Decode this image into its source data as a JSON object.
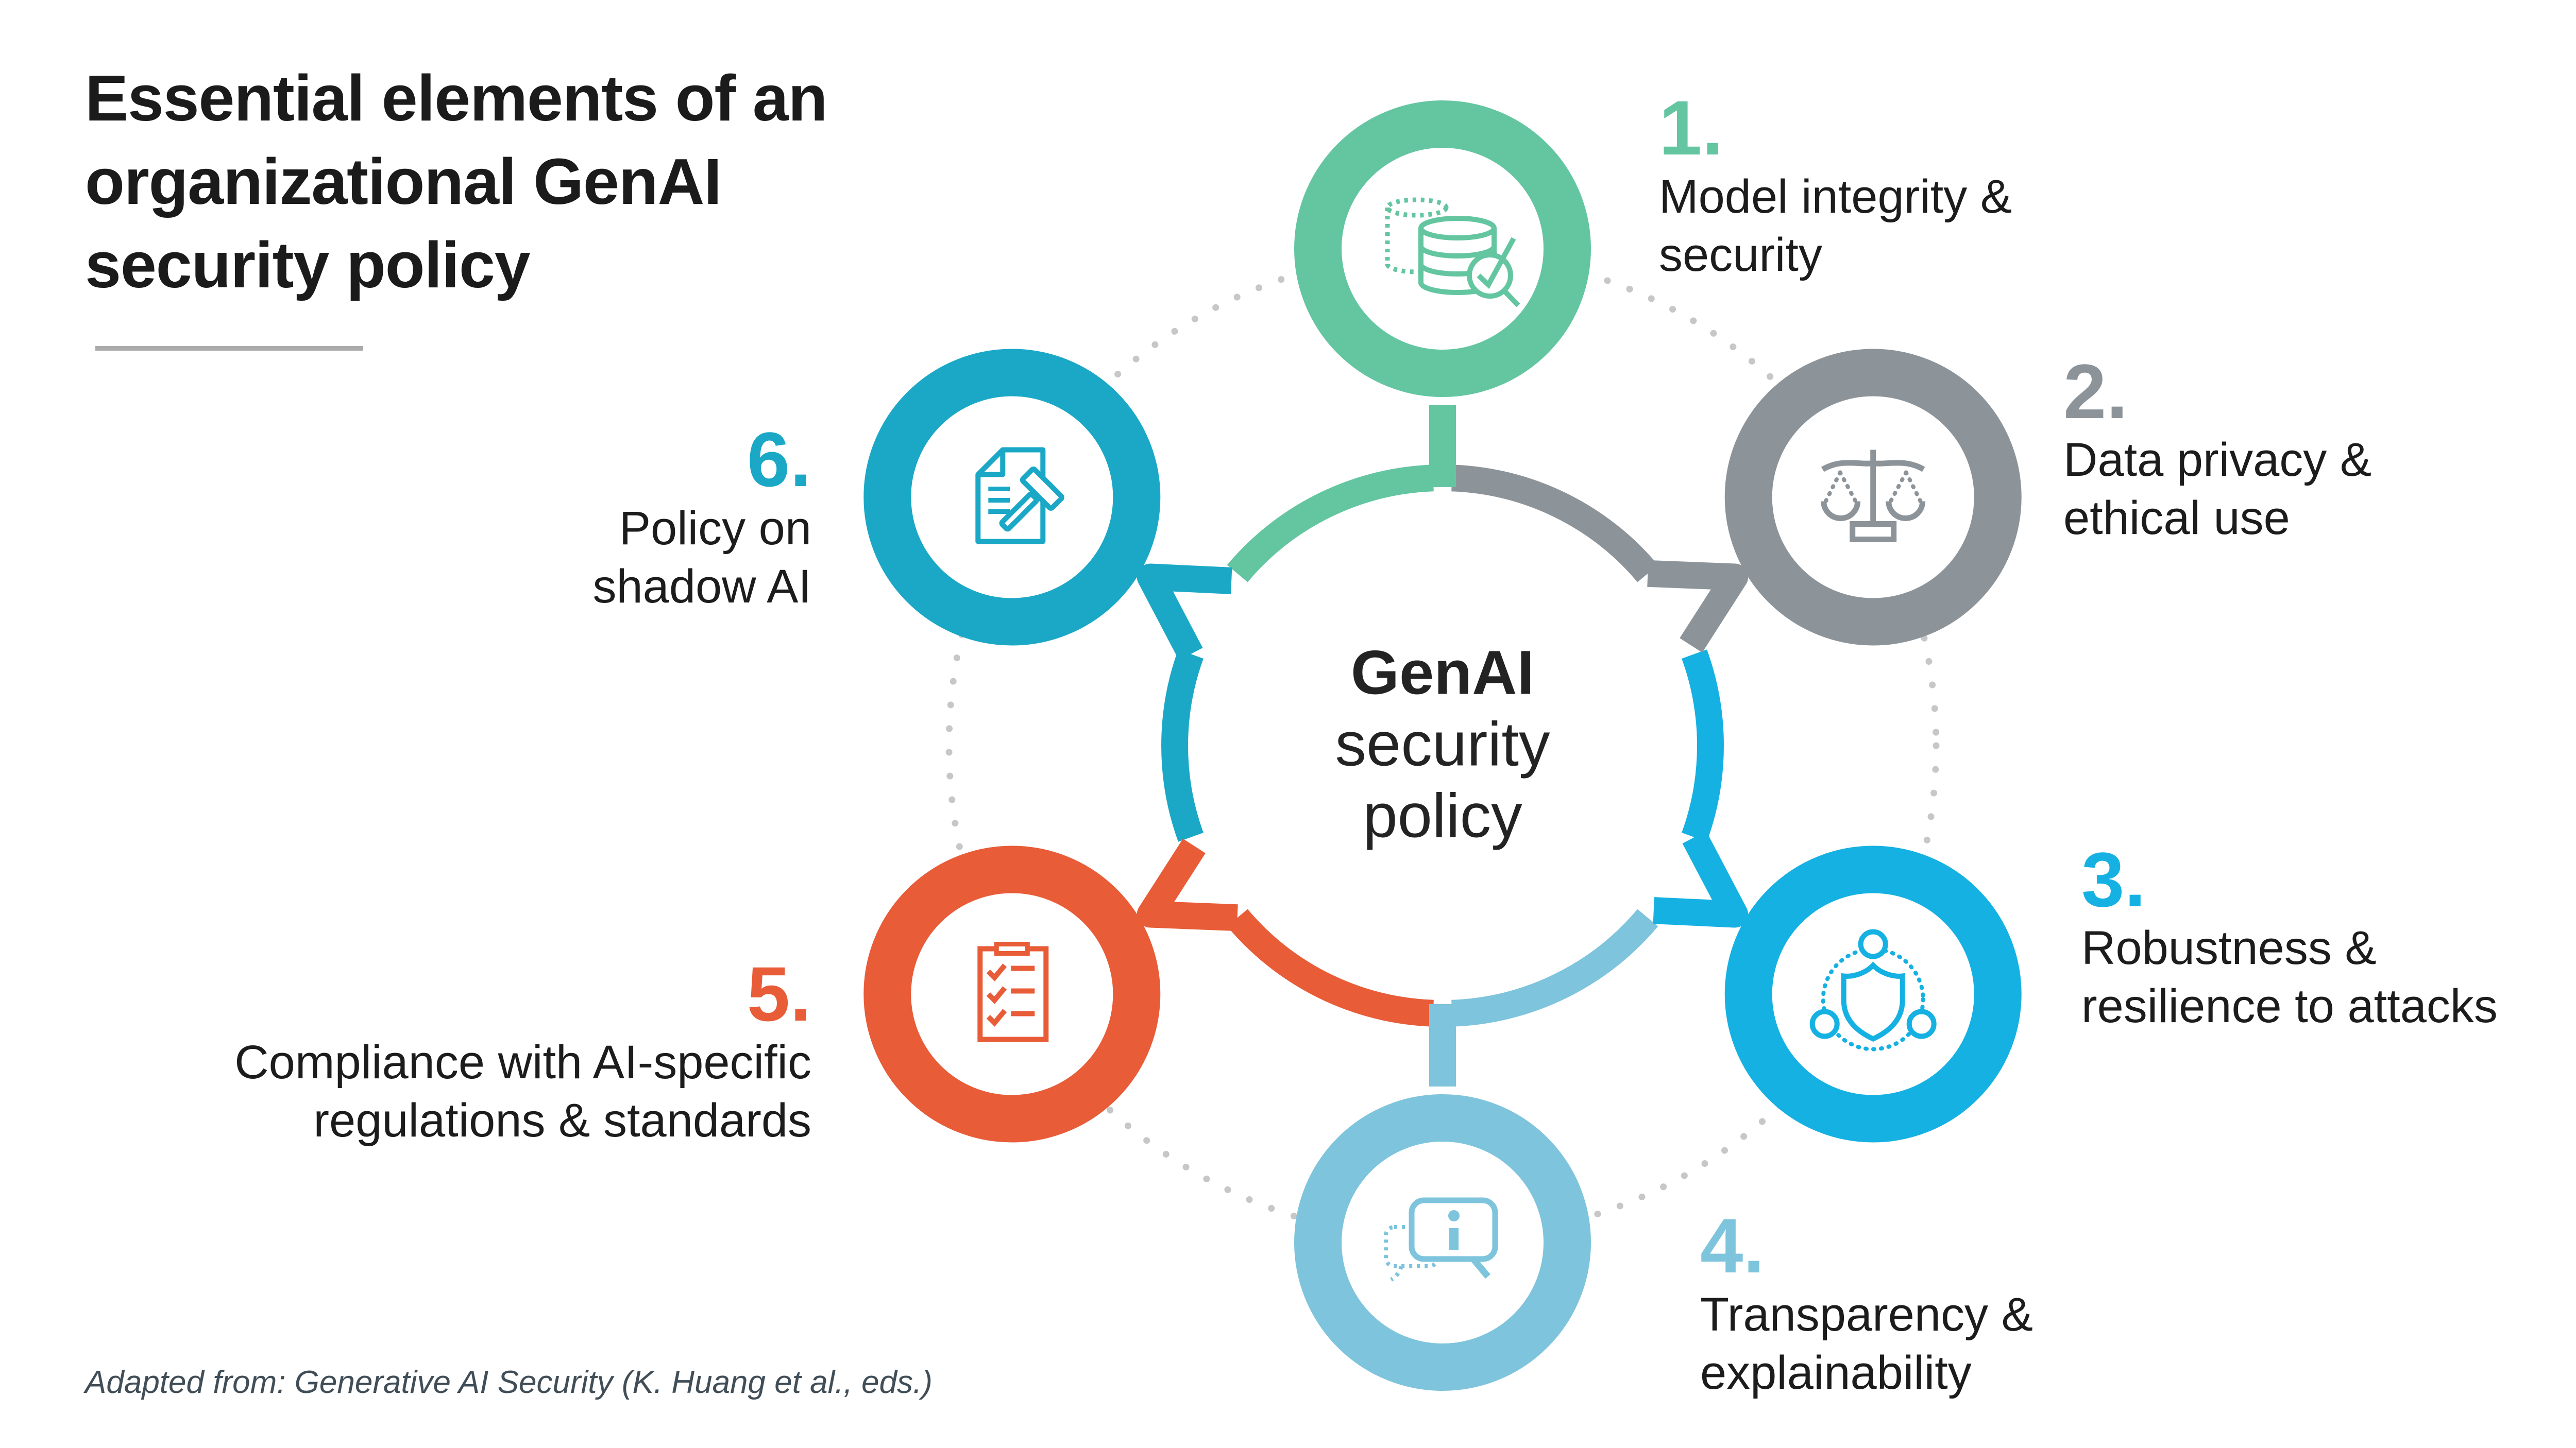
{
  "header": {
    "title": "Essential elements of an\norganizational GenAI\nsecurity policy"
  },
  "center": {
    "title": "GenAI",
    "subtitle": "security\npolicy"
  },
  "nodes": [
    {
      "id": "model-integrity",
      "number": "1.",
      "label": "Model integrity &\nsecurity",
      "color": "#64c6a1",
      "icon": "database-check-icon",
      "angle": 90,
      "connector": "stem"
    },
    {
      "id": "data-privacy",
      "number": "2.",
      "label": "Data privacy &\nethical use",
      "color": "#8d9499",
      "icon": "scales-icon",
      "angle": 30,
      "connector": "chevron"
    },
    {
      "id": "robustness",
      "number": "3.",
      "label": "Robustness &\nresilience to attacks",
      "color": "#15b1e2",
      "icon": "shield-network-icon",
      "angle": 330,
      "connector": "chevron"
    },
    {
      "id": "transparency",
      "number": "4.",
      "label": "Transparency &\nexplainability",
      "color": "#7dc4dc",
      "icon": "chat-info-icon",
      "angle": 270,
      "connector": "stem"
    },
    {
      "id": "compliance",
      "number": "5.",
      "label": "Compliance with AI-specific\nregulations & standards",
      "color": "#e85c38",
      "icon": "clipboard-checklist-icon",
      "angle": 210,
      "connector": "chevron"
    },
    {
      "id": "shadow-ai",
      "number": "6.",
      "label": "Policy on\nshadow AI",
      "color": "#1aa8c6",
      "icon": "document-gavel-icon",
      "angle": 150,
      "connector": "chevron"
    }
  ],
  "footer": {
    "attribution": "Adapted from: Generative AI Security (K. Huang et al., eds.)"
  },
  "style": {
    "background": "#ffffff",
    "dotted_circle_color": "#c7c7c7",
    "underline_color": "#ababab",
    "text_color": "#1c1c1c",
    "footer_color": "#414e57"
  }
}
